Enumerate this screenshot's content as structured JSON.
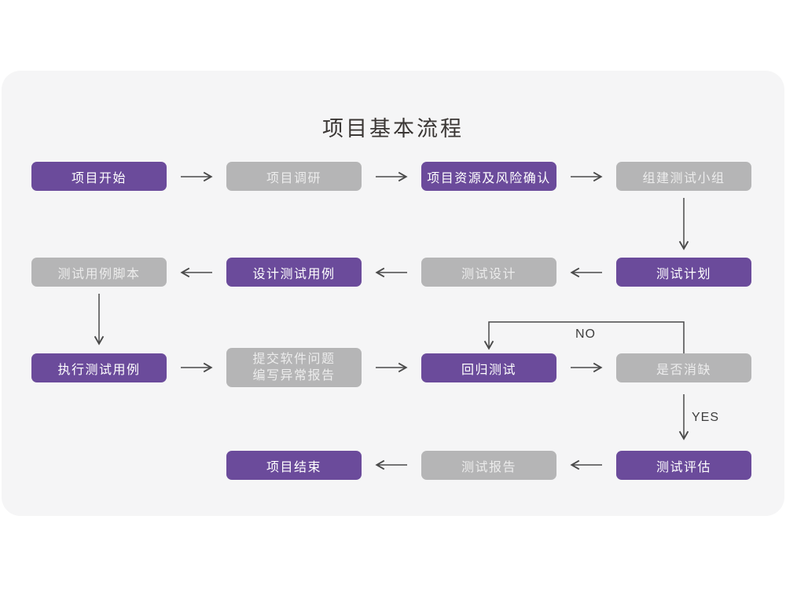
{
  "title": "项目基本流程",
  "labels": {
    "no": "NO",
    "yes": "YES"
  },
  "colors": {
    "primary_box": "#6b4b9b",
    "secondary_box": "#b5b5b6",
    "card_background": "#f5f5f6",
    "page_background": "#ffffff",
    "arrow": "#4a4a4a",
    "title_text": "#3a3634"
  },
  "nodes": [
    {
      "id": "project-start",
      "label": "项目开始",
      "variant": "purple"
    },
    {
      "id": "project-research",
      "label": "项目调研",
      "variant": "gray"
    },
    {
      "id": "resource-risk-confirm",
      "label": "项目资源及风险确认",
      "variant": "purple"
    },
    {
      "id": "build-test-team",
      "label": "组建测试小组",
      "variant": "gray"
    },
    {
      "id": "test-case-script",
      "label": "测试用例脚本",
      "variant": "gray"
    },
    {
      "id": "design-test-cases",
      "label": "设计测试用例",
      "variant": "purple"
    },
    {
      "id": "test-design",
      "label": "测试设计",
      "variant": "gray"
    },
    {
      "id": "test-plan",
      "label": "测试计划",
      "variant": "purple"
    },
    {
      "id": "execute-test-cases",
      "label": "执行测试用例",
      "variant": "purple"
    },
    {
      "id": "submit-issues-report",
      "label": "提交软件问题\n编写异常报告",
      "variant": "gray"
    },
    {
      "id": "regression-test",
      "label": "回归测试",
      "variant": "purple"
    },
    {
      "id": "defect-cleared",
      "label": "是否消缺",
      "variant": "gray"
    },
    {
      "id": "project-end",
      "label": "项目结束",
      "variant": "purple"
    },
    {
      "id": "test-report",
      "label": "测试报告",
      "variant": "gray"
    },
    {
      "id": "test-evaluation",
      "label": "测试评估",
      "variant": "purple"
    }
  ]
}
